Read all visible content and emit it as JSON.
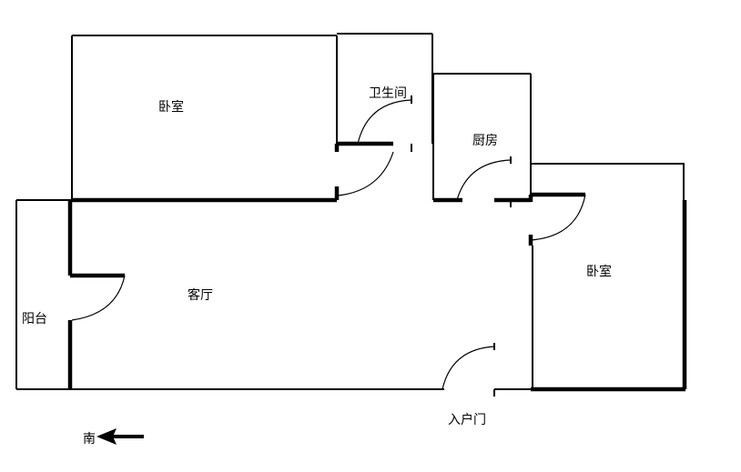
{
  "rooms": {
    "bedroom_north": "卧室",
    "bathroom": "卫生间",
    "kitchen": "厨房",
    "bedroom_east": "卧室",
    "living_room": "客厅",
    "balcony": "阳台"
  },
  "entrance_label": "入户门",
  "compass": {
    "direction_label": "南",
    "icon": "arrow-left-icon"
  }
}
